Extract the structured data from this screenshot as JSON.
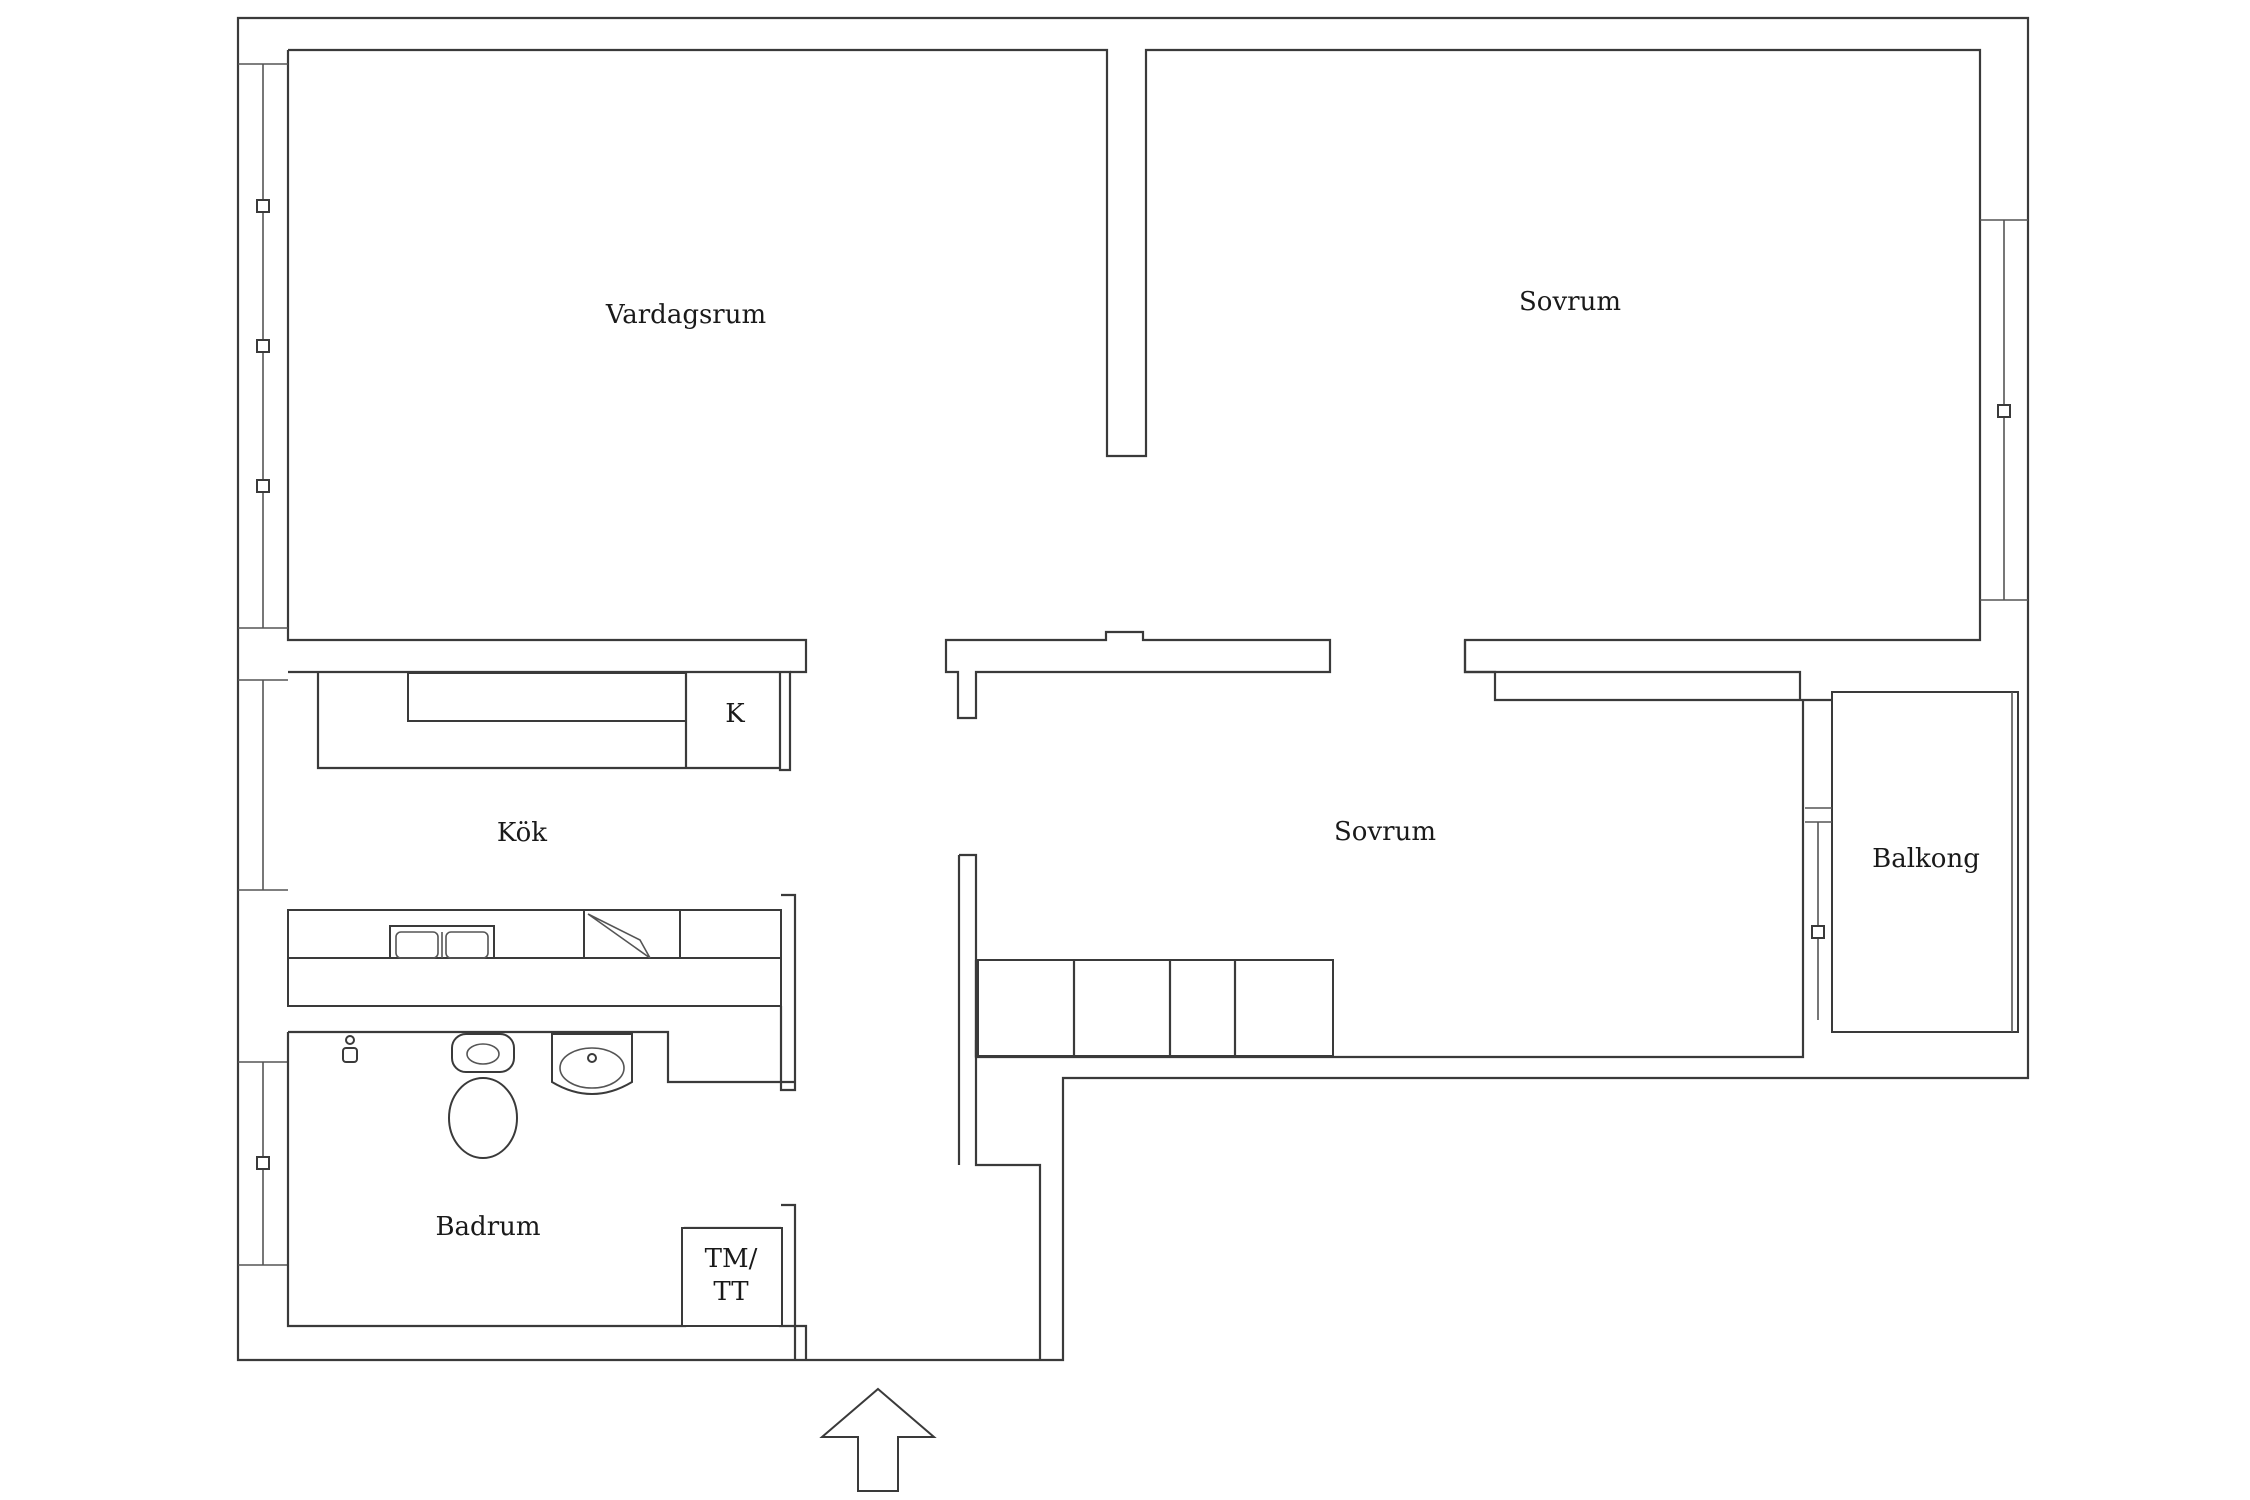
{
  "rooms": {
    "vardagsrum": "Vardagsrum",
    "sovrum_1": "Sovrum",
    "sovrum_2": "Sovrum",
    "kok": "Kök",
    "kok_k": "K",
    "badrum": "Badrum",
    "tm_tt_line1": "TM/",
    "tm_tt_line2": "TT",
    "balkong": "Balkong"
  },
  "icons": {
    "entrance": "entrance-arrow-icon",
    "toilet": "toilet-icon",
    "sink": "washbasin-icon",
    "kitchen_sink": "kitchen-sink-icon",
    "stove": "stove-icon",
    "tap": "tap-icon"
  },
  "colors": {
    "line": "#3a3a3a",
    "background": "#ffffff",
    "text": "#1a1a1a"
  }
}
